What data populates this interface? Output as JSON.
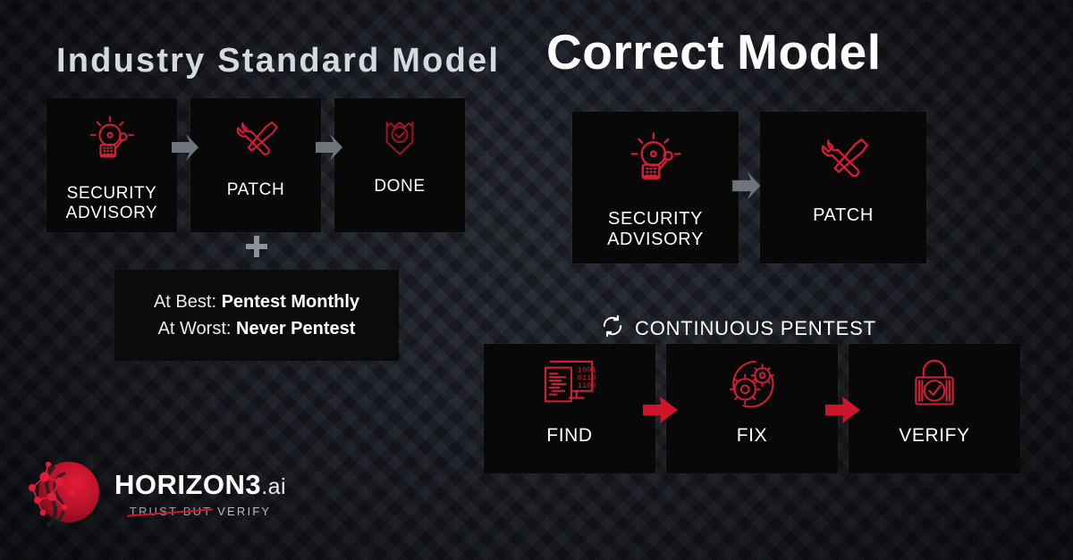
{
  "colors": {
    "background": "#1d2027",
    "card": "#080808",
    "accent_red": "#cf142b",
    "icon_red": "#d61f36",
    "gray_arrow": "#7b8089",
    "title_left": "#d6d9de",
    "title_right": "#ffffff"
  },
  "left_panel": {
    "title": "Industry Standard Model",
    "flow": [
      {
        "label_line1": "SECURITY",
        "label_line2": "ADVISORY",
        "icon": "alarm-siren-icon"
      },
      {
        "label_line1": "PATCH",
        "label_line2": "",
        "icon": "wrench-screwdriver-icon"
      },
      {
        "label_line1": "DONE",
        "label_line2": "",
        "icon": "shield-check-badge-icon"
      }
    ],
    "connector_icon": "gray-arrow-right-icon",
    "plus_icon": "plus-icon",
    "cadence": {
      "best_prefix": "At Best: ",
      "best_value": "Pentest Monthly",
      "worst_prefix": "At Worst: ",
      "worst_value": "Never Pentest"
    }
  },
  "right_panel": {
    "title_highlight": "Correct",
    "title_plain": "Model",
    "top_flow": [
      {
        "label_line1": "SECURITY",
        "label_line2": "ADVISORY",
        "icon": "alarm-siren-icon"
      },
      {
        "label_line1": "PATCH",
        "label_line2": "",
        "icon": "wrench-screwdriver-icon"
      }
    ],
    "top_connector_icon": "gray-arrow-right-icon",
    "down_arrow_icon": "gray-arrow-down-icon",
    "feed_line_icon": "gray-dashed-connector",
    "continuous": {
      "icon": "refresh-loop-icon",
      "label": "CONTINUOUS PENTEST"
    },
    "cycle": [
      {
        "label": "FIND",
        "icon": "code-monitor-icon"
      },
      {
        "label": "FIX",
        "icon": "gears-icon"
      },
      {
        "label": "VERIFY",
        "icon": "lock-check-icon"
      }
    ],
    "cycle_connector_icon": "red-arrow-right-icon",
    "loop_back": {
      "up_arrow_icon": "red-arrow-up-icon",
      "down_arrow_icon": "red-arrow-down-icon",
      "line_icon": "red-dashed-connector"
    }
  },
  "logo": {
    "name": "HORIZON3",
    "suffix": ".ai",
    "tagline_struck": "TRUST BUT",
    "tagline_rest": "VERIFY",
    "mark_icon": "horizon3-network-sphere-icon"
  }
}
